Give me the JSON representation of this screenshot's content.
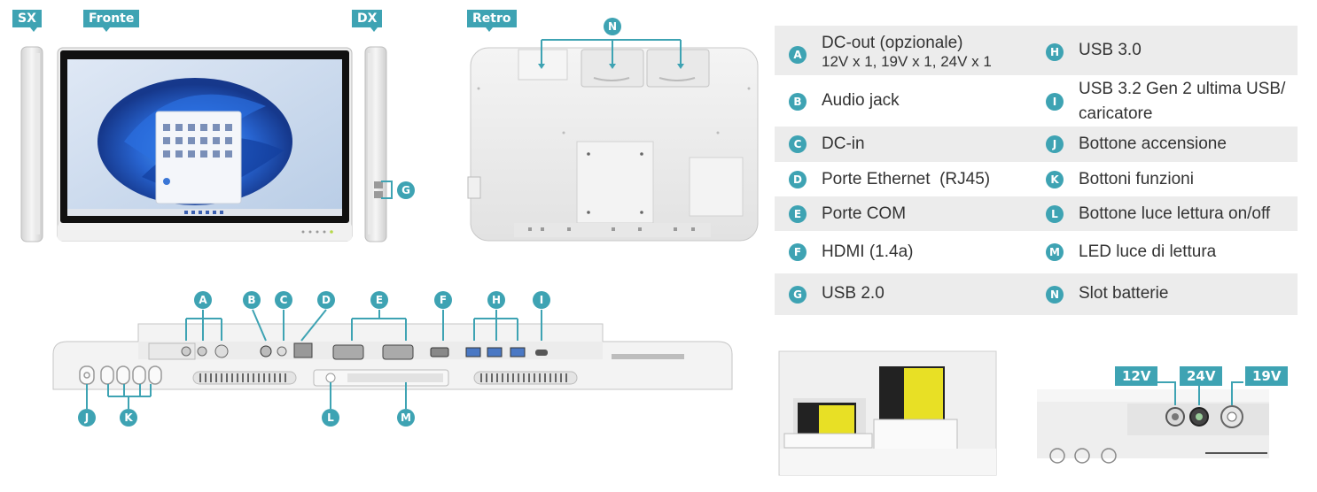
{
  "colors": {
    "accent": "#3ea3b3",
    "label_bg": "#3ea3b3",
    "shade": "#ececec",
    "screen_blue": "#1f5ecf"
  },
  "views": {
    "left": "SX",
    "front": "Fronte",
    "right": "DX",
    "back": "Retro"
  },
  "legend": {
    "left": [
      {
        "key": "A",
        "label": "DC-out (opzionale)",
        "label2": "12V x 1, 19V x 1, 24V x 1"
      },
      {
        "key": "B",
        "label": "Audio jack"
      },
      {
        "key": "C",
        "label": "DC-in"
      },
      {
        "key": "D",
        "label": "Porte Ethernet  (RJ45)"
      },
      {
        "key": "E",
        "label": "Porte COM"
      },
      {
        "key": "F",
        "label": "HDMI (1.4a)"
      },
      {
        "key": "G",
        "label": "USB 2.0"
      }
    ],
    "right": [
      {
        "key": "H",
        "label": "USB 3.0"
      },
      {
        "key": "I",
        "label": "USB 3.2 Gen 2 ultima USB/",
        "label2": "caricatore"
      },
      {
        "key": "J",
        "label": "Bottone accensione"
      },
      {
        "key": "K",
        "label": "Bottoni funzioni"
      },
      {
        "key": "L",
        "label": "Bottone luce lettura on/off"
      },
      {
        "key": "M",
        "label": "LED luce di lettura"
      },
      {
        "key": "N",
        "label": "Slot batterie"
      }
    ]
  },
  "callouts": {
    "A": "A",
    "B": "B",
    "C": "C",
    "D": "D",
    "E": "E",
    "F": "F",
    "G": "G",
    "H": "H",
    "I": "I",
    "J": "J",
    "K": "K",
    "L": "L",
    "M": "M",
    "N": "N"
  },
  "voltages": {
    "v12": "12V",
    "v24": "24V",
    "v19": "19V"
  }
}
